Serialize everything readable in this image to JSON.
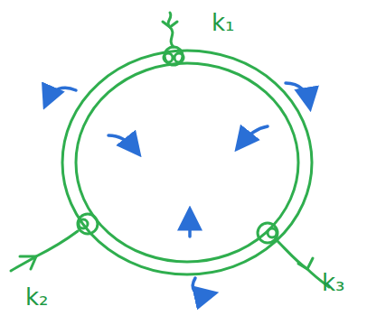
{
  "diagram": {
    "labels": [
      "k₁",
      "k₂",
      "k₃"
    ]
  }
}
